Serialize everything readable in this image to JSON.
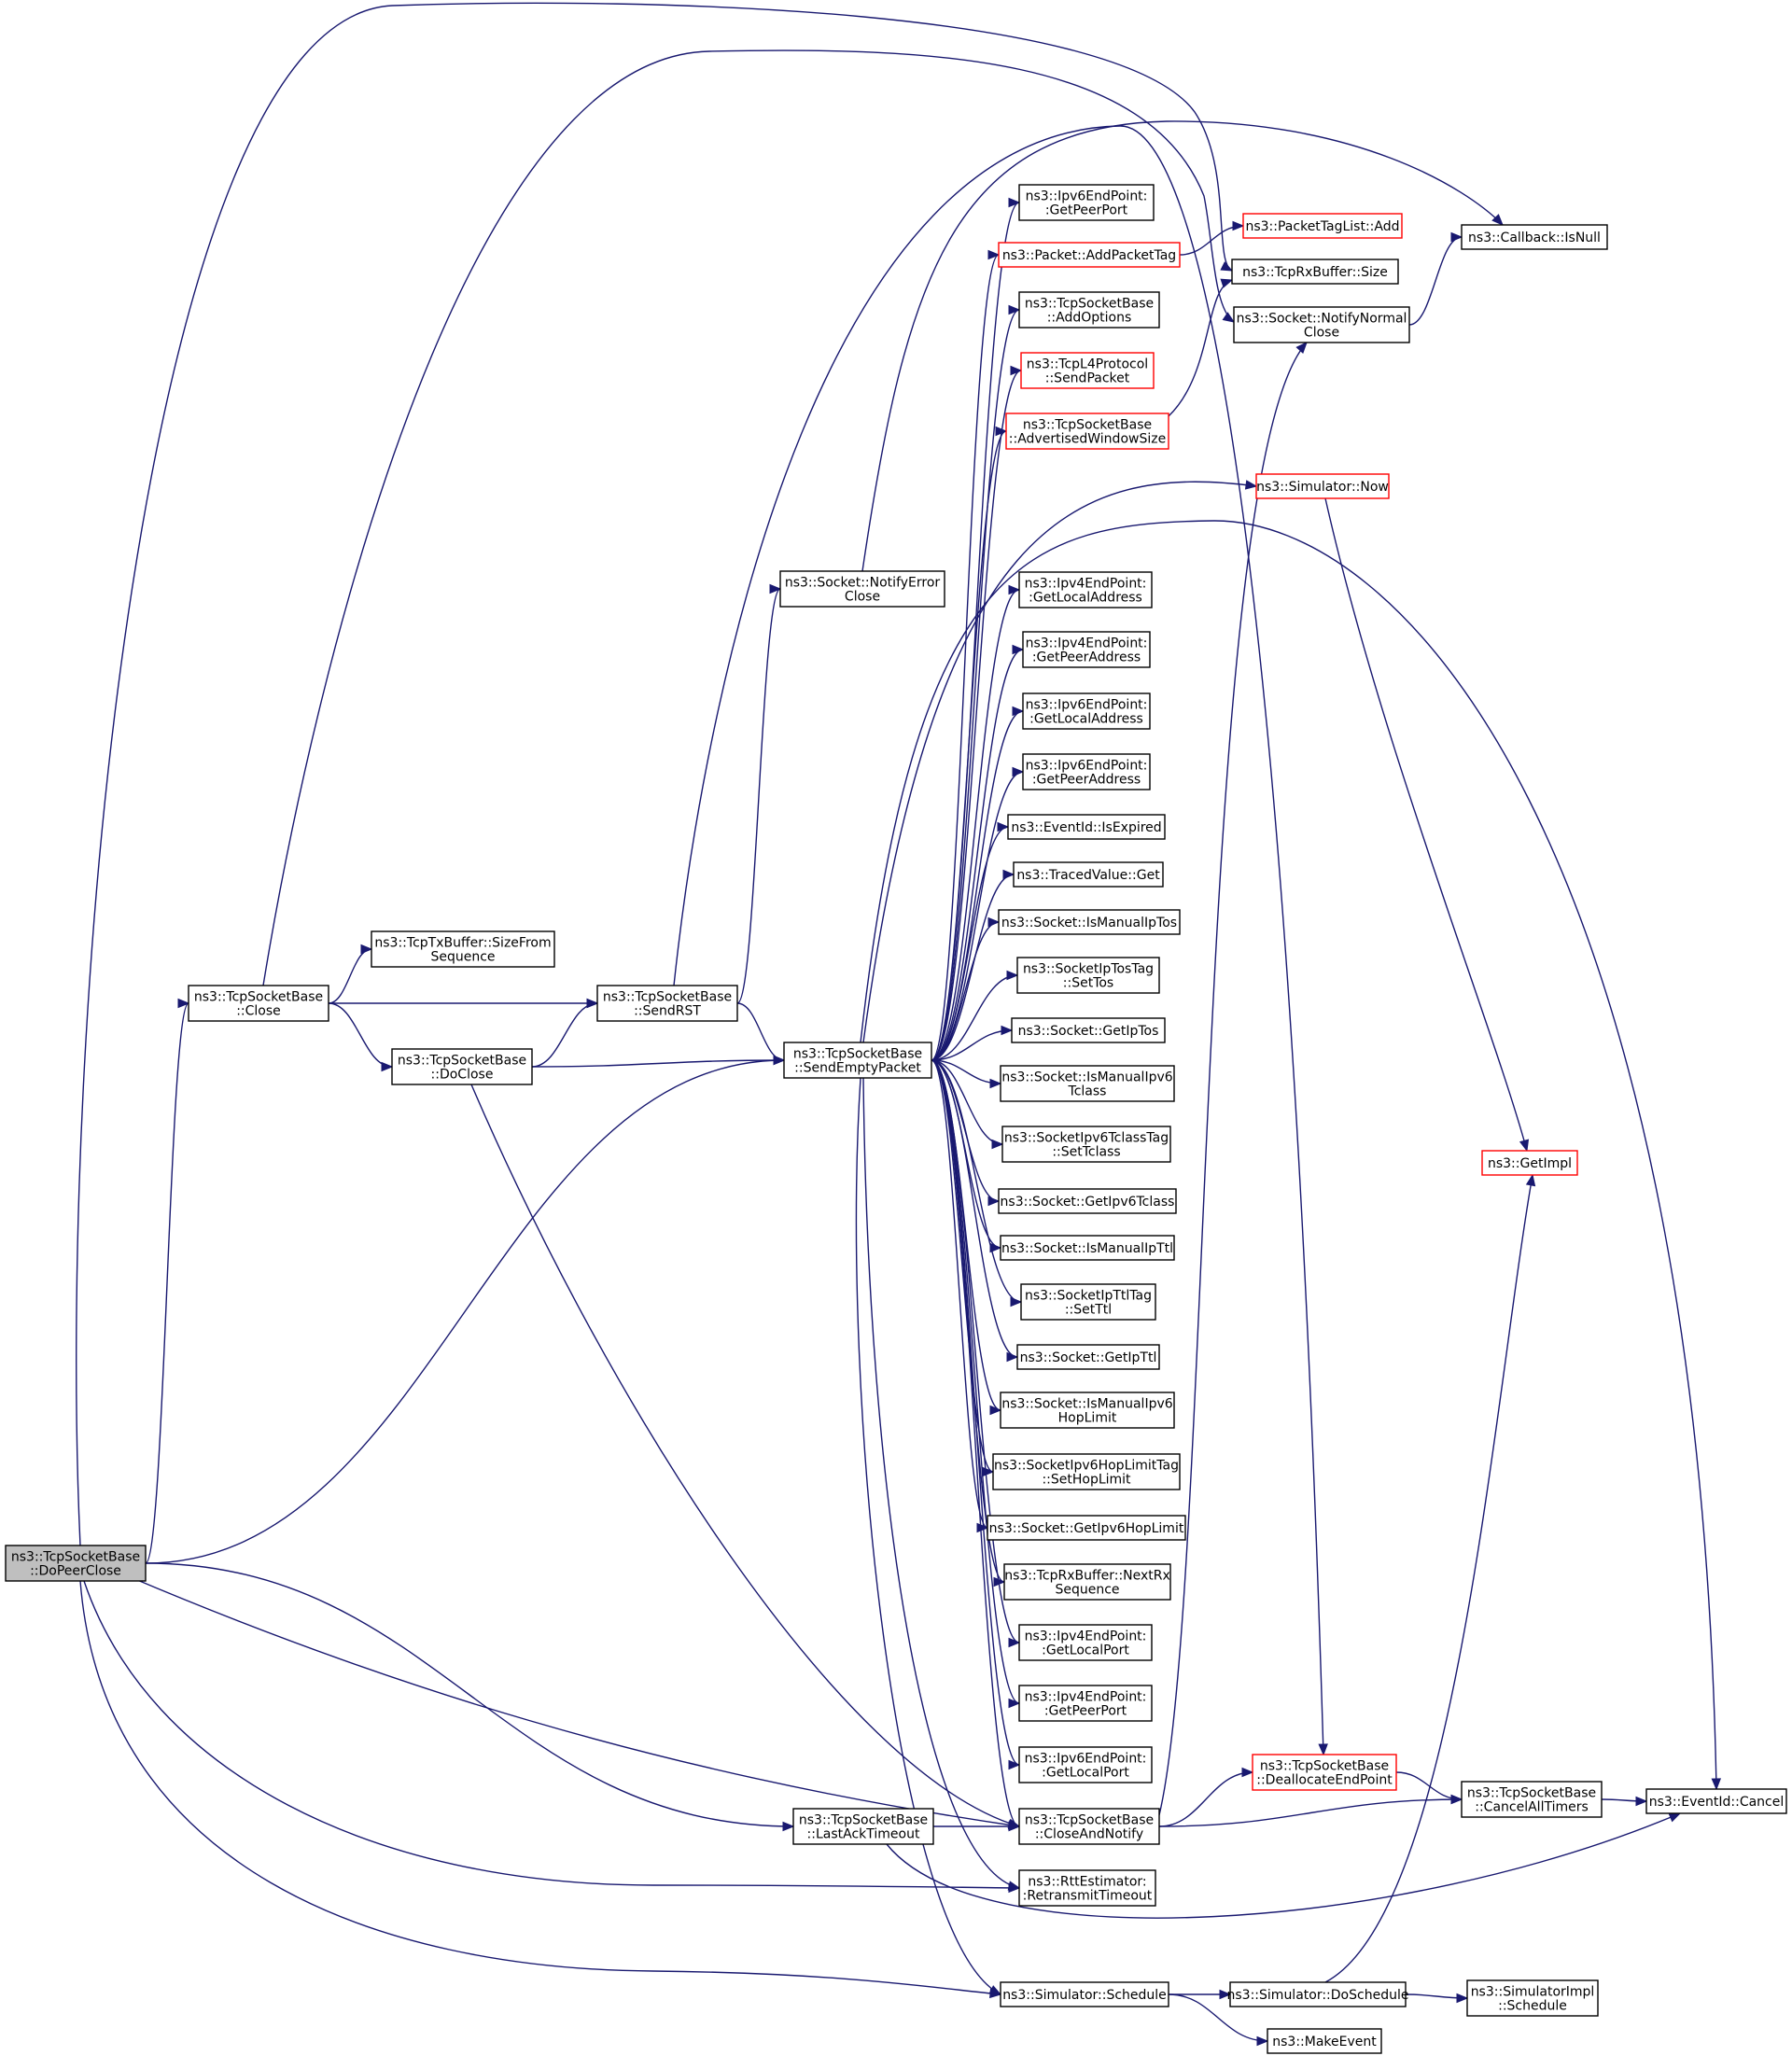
{
  "graph": {
    "colors": {
      "edge": "#191970",
      "border": "#000000",
      "border_red": "#ff0000",
      "current_fill": "#bfbfbf"
    },
    "nodes": [
      {
        "id": "DoPeerClose",
        "lines": [
          "ns3::TcpSocketBase",
          "::DoPeerClose"
        ],
        "red": false,
        "current": true
      },
      {
        "id": "Close",
        "lines": [
          "ns3::TcpSocketBase",
          "::Close"
        ],
        "red": false
      },
      {
        "id": "SizeFromSeq",
        "lines": [
          "ns3::TcpTxBuffer::SizeFrom",
          "Sequence"
        ],
        "red": false
      },
      {
        "id": "SendRST",
        "lines": [
          "ns3::TcpSocketBase",
          "::SendRST"
        ],
        "red": false
      },
      {
        "id": "DoClose",
        "lines": [
          "ns3::TcpSocketBase",
          "::DoClose"
        ],
        "red": false
      },
      {
        "id": "NotifyErrorClose",
        "lines": [
          "ns3::Socket::NotifyError",
          "Close"
        ],
        "red": false
      },
      {
        "id": "SendEmptyPacket",
        "lines": [
          "ns3::TcpSocketBase",
          "::SendEmptyPacket"
        ],
        "red": false
      },
      {
        "id": "LastAckTimeout",
        "lines": [
          "ns3::TcpSocketBase",
          "::LastAckTimeout"
        ],
        "red": false
      },
      {
        "id": "Ipv6GetPeerPort",
        "lines": [
          "ns3::Ipv6EndPoint:",
          ":GetPeerPort"
        ],
        "red": false
      },
      {
        "id": "AddPacketTag",
        "lines": [
          "ns3::Packet::AddPacketTag"
        ],
        "red": true
      },
      {
        "id": "AddOptions",
        "lines": [
          "ns3::TcpSocketBase",
          "::AddOptions"
        ],
        "red": false
      },
      {
        "id": "SendPacket",
        "lines": [
          "ns3::TcpL4Protocol",
          "::SendPacket"
        ],
        "red": true
      },
      {
        "id": "AdvWin",
        "lines": [
          "ns3::TcpSocketBase",
          "::AdvertisedWindowSize"
        ],
        "red": true
      },
      {
        "id": "Ipv4GetLocalAddress",
        "lines": [
          "ns3::Ipv4EndPoint:",
          ":GetLocalAddress"
        ],
        "red": false
      },
      {
        "id": "Ipv4GetPeerAddress",
        "lines": [
          "ns3::Ipv4EndPoint:",
          ":GetPeerAddress"
        ],
        "red": false
      },
      {
        "id": "Ipv6GetLocalAddress",
        "lines": [
          "ns3::Ipv6EndPoint:",
          ":GetLocalAddress"
        ],
        "red": false
      },
      {
        "id": "Ipv6GetPeerAddress",
        "lines": [
          "ns3::Ipv6EndPoint:",
          ":GetPeerAddress"
        ],
        "red": false
      },
      {
        "id": "IsExpired",
        "lines": [
          "ns3::EventId::IsExpired"
        ],
        "red": false
      },
      {
        "id": "TracedGet",
        "lines": [
          "ns3::TracedValue::Get"
        ],
        "red": false
      },
      {
        "id": "IsManualIpTos",
        "lines": [
          "ns3::Socket::IsManualIpTos"
        ],
        "red": false
      },
      {
        "id": "SetTos",
        "lines": [
          "ns3::SocketIpTosTag",
          "::SetTos"
        ],
        "red": false
      },
      {
        "id": "GetIpTos",
        "lines": [
          "ns3::Socket::GetIpTos"
        ],
        "red": false
      },
      {
        "id": "IsManualIpv6Tclass",
        "lines": [
          "ns3::Socket::IsManualIpv6",
          "Tclass"
        ],
        "red": false
      },
      {
        "id": "SetTclass",
        "lines": [
          "ns3::SocketIpv6TclassTag",
          "::SetTclass"
        ],
        "red": false
      },
      {
        "id": "GetIpv6Tclass",
        "lines": [
          "ns3::Socket::GetIpv6Tclass"
        ],
        "red": false
      },
      {
        "id": "IsManualIpTtl",
        "lines": [
          "ns3::Socket::IsManualIpTtl"
        ],
        "red": false
      },
      {
        "id": "SetTtl",
        "lines": [
          "ns3::SocketIpTtlTag",
          "::SetTtl"
        ],
        "red": false
      },
      {
        "id": "GetIpTtl",
        "lines": [
          "ns3::Socket::GetIpTtl"
        ],
        "red": false
      },
      {
        "id": "IsManualIpv6HopLimit",
        "lines": [
          "ns3::Socket::IsManualIpv6",
          "HopLimit"
        ],
        "red": false
      },
      {
        "id": "SetHopLimit",
        "lines": [
          "ns3::SocketIpv6HopLimitTag",
          "::SetHopLimit"
        ],
        "red": false
      },
      {
        "id": "GetIpv6HopLimit",
        "lines": [
          "ns3::Socket::GetIpv6HopLimit"
        ],
        "red": false
      },
      {
        "id": "NextRxSeq",
        "lines": [
          "ns3::TcpRxBuffer::NextRx",
          "Sequence"
        ],
        "red": false
      },
      {
        "id": "Ipv4GetLocalPort",
        "lines": [
          "ns3::Ipv4EndPoint:",
          ":GetLocalPort"
        ],
        "red": false
      },
      {
        "id": "Ipv4GetPeerPort",
        "lines": [
          "ns3::Ipv4EndPoint:",
          ":GetPeerPort"
        ],
        "red": false
      },
      {
        "id": "Ipv6GetLocalPort",
        "lines": [
          "ns3::Ipv6EndPoint:",
          ":GetLocalPort"
        ],
        "red": false
      },
      {
        "id": "CloseAndNotify",
        "lines": [
          "ns3::TcpSocketBase",
          "::CloseAndNotify"
        ],
        "red": false
      },
      {
        "id": "RetransmitTimeout",
        "lines": [
          "ns3::RttEstimator:",
          ":RetransmitTimeout"
        ],
        "red": false
      },
      {
        "id": "SimSchedule",
        "lines": [
          "ns3::Simulator::Schedule"
        ],
        "red": false
      },
      {
        "id": "PacketTagListAdd",
        "lines": [
          "ns3::PacketTagList::Add"
        ],
        "red": true
      },
      {
        "id": "RxBufferSize",
        "lines": [
          "ns3::TcpRxBuffer::Size"
        ],
        "red": false
      },
      {
        "id": "NotifyNormalClose",
        "lines": [
          "ns3::Socket::NotifyNormal",
          "Close"
        ],
        "red": false
      },
      {
        "id": "SimNow",
        "lines": [
          "ns3::Simulator::Now"
        ],
        "red": true
      },
      {
        "id": "DeallocateEndPoint",
        "lines": [
          "ns3::TcpSocketBase",
          "::DeallocateEndPoint"
        ],
        "red": true
      },
      {
        "id": "SimDoSchedule",
        "lines": [
          "ns3::Simulator::DoSchedule"
        ],
        "red": false
      },
      {
        "id": "MakeEvent",
        "lines": [
          "ns3::MakeEvent"
        ],
        "red": false
      },
      {
        "id": "IsNull",
        "lines": [
          "ns3::Callback::IsNull"
        ],
        "red": false
      },
      {
        "id": "GetImpl",
        "lines": [
          "ns3::GetImpl"
        ],
        "red": true
      },
      {
        "id": "CancelAllTimers",
        "lines": [
          "ns3::TcpSocketBase",
          "::CancelAllTimers"
        ],
        "red": false
      },
      {
        "id": "SimImplSchedule",
        "lines": [
          "ns3::SimulatorImpl",
          "::Schedule"
        ],
        "red": false
      },
      {
        "id": "EventIdCancel",
        "lines": [
          "ns3::EventId::Cancel"
        ],
        "red": false
      }
    ],
    "edges": [
      [
        "DoPeerClose",
        "Close"
      ],
      [
        "DoPeerClose",
        "SendEmptyPacket"
      ],
      [
        "DoPeerClose",
        "LastAckTimeout"
      ],
      [
        "DoPeerClose",
        "RetransmitTimeout"
      ],
      [
        "DoPeerClose",
        "SimSchedule"
      ],
      [
        "DoPeerClose",
        "CloseAndNotify"
      ],
      [
        "DoPeerClose",
        "RxBufferSize"
      ],
      [
        "Close",
        "SizeFromSeq"
      ],
      [
        "Close",
        "SendRST"
      ],
      [
        "Close",
        "DoClose"
      ],
      [
        "Close",
        "NotifyNormalClose"
      ],
      [
        "DoClose",
        "SendRST"
      ],
      [
        "DoClose",
        "SendEmptyPacket"
      ],
      [
        "DoClose",
        "CloseAndNotify"
      ],
      [
        "SendRST",
        "NotifyErrorClose"
      ],
      [
        "SendRST",
        "SendEmptyPacket"
      ],
      [
        "SendRST",
        "DeallocateEndPoint"
      ],
      [
        "NotifyErrorClose",
        "IsNull"
      ],
      [
        "SendEmptyPacket",
        "Ipv6GetPeerPort"
      ],
      [
        "SendEmptyPacket",
        "AddPacketTag"
      ],
      [
        "SendEmptyPacket",
        "AddOptions"
      ],
      [
        "SendEmptyPacket",
        "SendPacket"
      ],
      [
        "SendEmptyPacket",
        "AdvWin"
      ],
      [
        "SendEmptyPacket",
        "SimNow"
      ],
      [
        "SendEmptyPacket",
        "EventIdCancel"
      ],
      [
        "SendEmptyPacket",
        "Ipv4GetLocalAddress"
      ],
      [
        "SendEmptyPacket",
        "Ipv4GetPeerAddress"
      ],
      [
        "SendEmptyPacket",
        "Ipv6GetLocalAddress"
      ],
      [
        "SendEmptyPacket",
        "Ipv6GetPeerAddress"
      ],
      [
        "SendEmptyPacket",
        "IsExpired"
      ],
      [
        "SendEmptyPacket",
        "TracedGet"
      ],
      [
        "SendEmptyPacket",
        "IsManualIpTos"
      ],
      [
        "SendEmptyPacket",
        "SetTos"
      ],
      [
        "SendEmptyPacket",
        "GetIpTos"
      ],
      [
        "SendEmptyPacket",
        "IsManualIpv6Tclass"
      ],
      [
        "SendEmptyPacket",
        "SetTclass"
      ],
      [
        "SendEmptyPacket",
        "GetIpv6Tclass"
      ],
      [
        "SendEmptyPacket",
        "IsManualIpTtl"
      ],
      [
        "SendEmptyPacket",
        "SetTtl"
      ],
      [
        "SendEmptyPacket",
        "GetIpTtl"
      ],
      [
        "SendEmptyPacket",
        "IsManualIpv6HopLimit"
      ],
      [
        "SendEmptyPacket",
        "SetHopLimit"
      ],
      [
        "SendEmptyPacket",
        "GetIpv6HopLimit"
      ],
      [
        "SendEmptyPacket",
        "NextRxSeq"
      ],
      [
        "SendEmptyPacket",
        "Ipv4GetLocalPort"
      ],
      [
        "SendEmptyPacket",
        "Ipv4GetPeerPort"
      ],
      [
        "SendEmptyPacket",
        "Ipv6GetLocalPort"
      ],
      [
        "SendEmptyPacket",
        "CloseAndNotify"
      ],
      [
        "SendEmptyPacket",
        "RetransmitTimeout"
      ],
      [
        "SendEmptyPacket",
        "SimSchedule"
      ],
      [
        "LastAckTimeout",
        "CloseAndNotify"
      ],
      [
        "LastAckTimeout",
        "EventIdCancel"
      ],
      [
        "AddPacketTag",
        "PacketTagListAdd"
      ],
      [
        "AdvWin",
        "RxBufferSize"
      ],
      [
        "CloseAndNotify",
        "NotifyNormalClose"
      ],
      [
        "CloseAndNotify",
        "DeallocateEndPoint"
      ],
      [
        "CloseAndNotify",
        "CancelAllTimers"
      ],
      [
        "NotifyNormalClose",
        "IsNull"
      ],
      [
        "SimNow",
        "GetImpl"
      ],
      [
        "DeallocateEndPoint",
        "CancelAllTimers"
      ],
      [
        "CancelAllTimers",
        "EventIdCancel"
      ],
      [
        "SimSchedule",
        "SimDoSchedule"
      ],
      [
        "SimSchedule",
        "MakeEvent"
      ],
      [
        "SimDoSchedule",
        "GetImpl"
      ],
      [
        "SimDoSchedule",
        "SimImplSchedule"
      ]
    ]
  }
}
